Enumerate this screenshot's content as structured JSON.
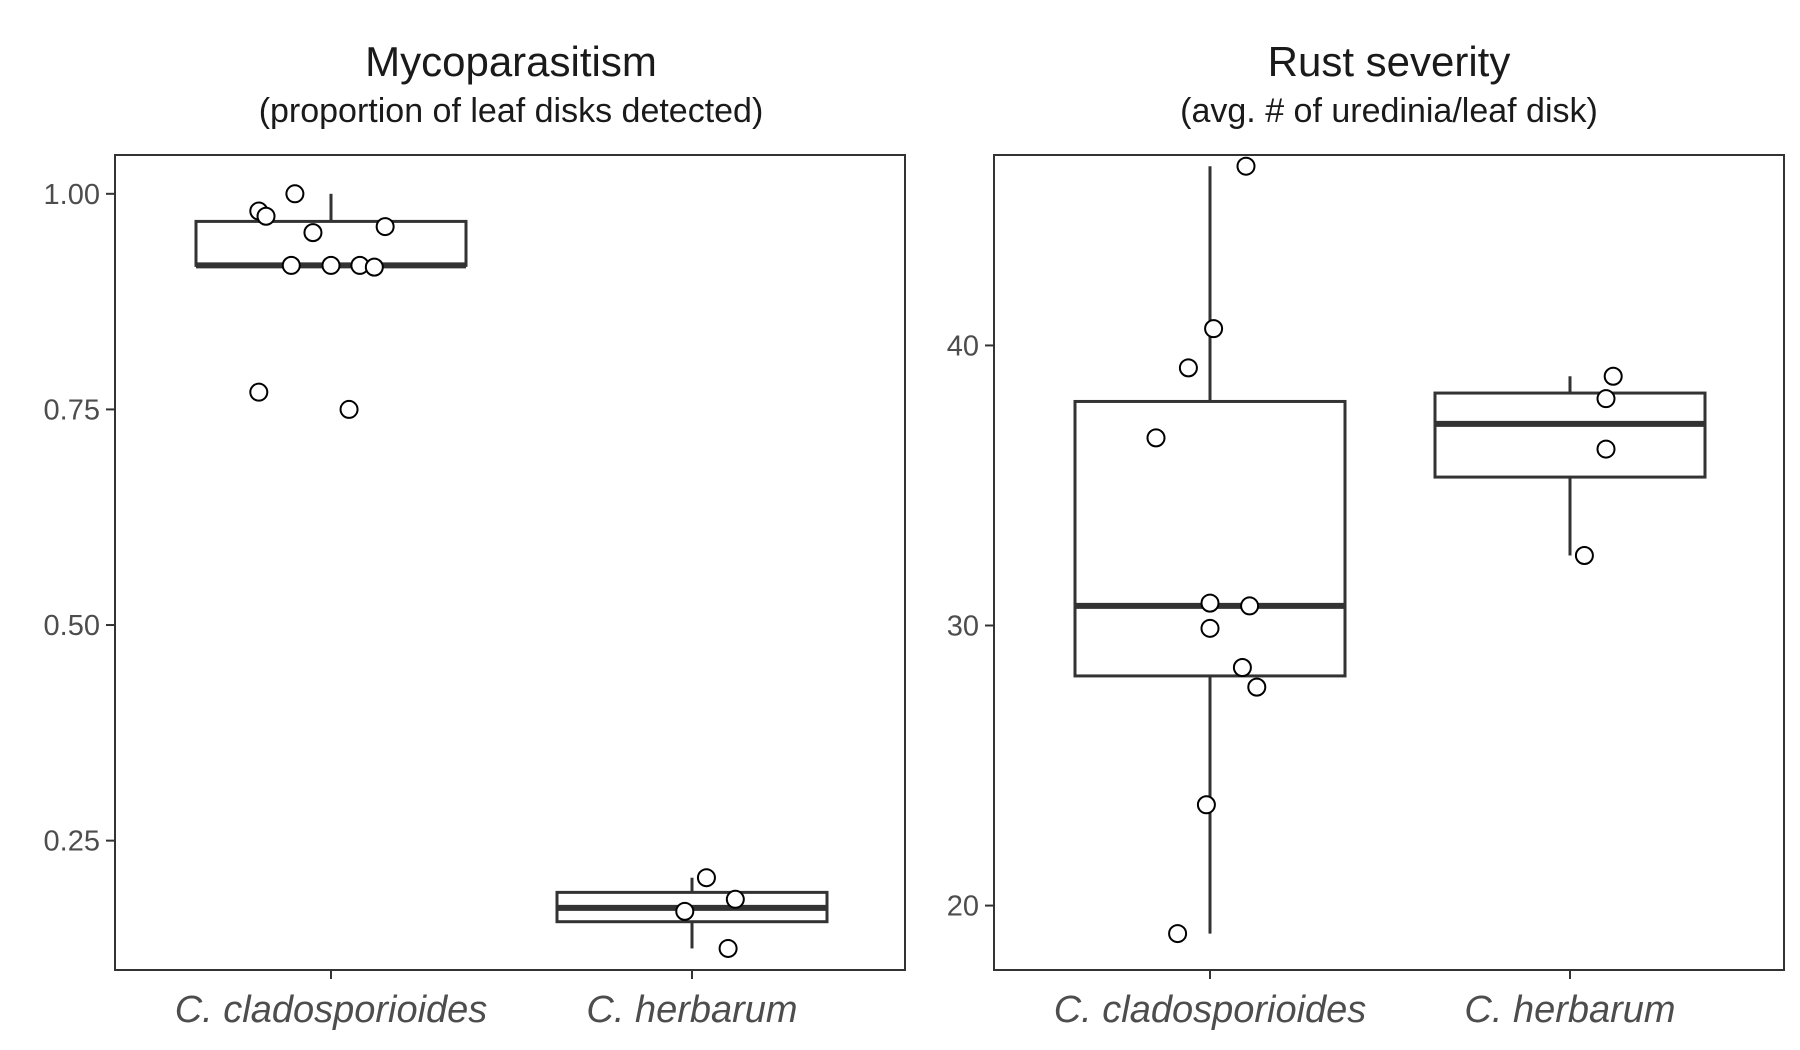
{
  "chart_data": [
    {
      "type": "box",
      "title": "Mycoparasitism",
      "subtitle": "(proportion of leaf disks detected)",
      "categories": [
        "C. cladosporioides",
        "C. herbarum"
      ],
      "ylim": [
        0.1,
        1.045
      ],
      "yticks": [
        0.25,
        0.5,
        0.75,
        1.0
      ],
      "ytick_labels": [
        "0.25",
        "0.50",
        "0.75",
        "1.00"
      ],
      "grid": false,
      "boxes": [
        {
          "category": "C. cladosporioides",
          "whisker_low": 0.917,
          "q1": 0.917,
          "median": 0.917,
          "q3": 0.968,
          "whisker_high": 1.0
        },
        {
          "category": "C. herbarum",
          "whisker_low": 0.125,
          "q1": 0.156,
          "median": 0.172,
          "q3": 0.19,
          "whisker_high": 0.207
        }
      ],
      "points": [
        {
          "category": "C. cladosporioides",
          "jitter": -0.2,
          "value": 0.98
        },
        {
          "category": "C. cladosporioides",
          "jitter": -0.18,
          "value": 0.974
        },
        {
          "category": "C. cladosporioides",
          "jitter": -0.1,
          "value": 1.0
        },
        {
          "category": "C. cladosporioides",
          "jitter": -0.05,
          "value": 0.955
        },
        {
          "category": "C. cladosporioides",
          "jitter": 0.15,
          "value": 0.962
        },
        {
          "category": "C. cladosporioides",
          "jitter": -0.11,
          "value": 0.917
        },
        {
          "category": "C. cladosporioides",
          "jitter": 0.0,
          "value": 0.917
        },
        {
          "category": "C. cladosporioides",
          "jitter": 0.08,
          "value": 0.917
        },
        {
          "category": "C. cladosporioides",
          "jitter": 0.12,
          "value": 0.915
        },
        {
          "category": "C. cladosporioides",
          "jitter": -0.2,
          "value": 0.77
        },
        {
          "category": "C. cladosporioides",
          "jitter": 0.05,
          "value": 0.75
        },
        {
          "category": "C. herbarum",
          "jitter": 0.04,
          "value": 0.207
        },
        {
          "category": "C. herbarum",
          "jitter": 0.12,
          "value": 0.182
        },
        {
          "category": "C. herbarum",
          "jitter": -0.02,
          "value": 0.168
        },
        {
          "category": "C. herbarum",
          "jitter": 0.1,
          "value": 0.125
        }
      ]
    },
    {
      "type": "box",
      "title": "Rust severity",
      "subtitle": "(avg. # of uredinia/leaf disk)",
      "categories": [
        "C. cladosporioides",
        "C. herbarum"
      ],
      "ylim": [
        17.7,
        46.8
      ],
      "yticks": [
        20,
        30,
        40
      ],
      "ytick_labels": [
        "20",
        "30",
        "40"
      ],
      "grid": false,
      "boxes": [
        {
          "category": "C. cladosporioides",
          "whisker_low": 19.0,
          "q1": 28.2,
          "median": 30.7,
          "q3": 38.0,
          "whisker_high": 46.4
        },
        {
          "category": "C. herbarum",
          "whisker_low": 32.5,
          "q1": 35.3,
          "median": 37.2,
          "q3": 38.3,
          "whisker_high": 38.9
        }
      ],
      "points": [
        {
          "category": "C. cladosporioides",
          "jitter": 0.1,
          "value": 46.4
        },
        {
          "category": "C. cladosporioides",
          "jitter": 0.01,
          "value": 40.6
        },
        {
          "category": "C. cladosporioides",
          "jitter": -0.06,
          "value": 39.2
        },
        {
          "category": "C. cladosporioides",
          "jitter": -0.15,
          "value": 36.7
        },
        {
          "category": "C. cladosporioides",
          "jitter": 0.0,
          "value": 30.8
        },
        {
          "category": "C. cladosporioides",
          "jitter": 0.11,
          "value": 30.7
        },
        {
          "category": "C. cladosporioides",
          "jitter": 0.0,
          "value": 29.9
        },
        {
          "category": "C. cladosporioides",
          "jitter": 0.09,
          "value": 28.5
        },
        {
          "category": "C. cladosporioides",
          "jitter": 0.13,
          "value": 27.8
        },
        {
          "category": "C. cladosporioides",
          "jitter": -0.01,
          "value": 23.6
        },
        {
          "category": "C. cladosporioides",
          "jitter": -0.09,
          "value": 19.0
        },
        {
          "category": "C. herbarum",
          "jitter": 0.12,
          "value": 38.9
        },
        {
          "category": "C. herbarum",
          "jitter": 0.1,
          "value": 38.1
        },
        {
          "category": "C. herbarum",
          "jitter": 0.1,
          "value": 36.3
        },
        {
          "category": "C. herbarum",
          "jitter": 0.04,
          "value": 32.5
        }
      ]
    }
  ],
  "colors": {
    "frame": "#333333",
    "box_line": "#333333",
    "point_fill": "#ffffff",
    "point_stroke": "#000000",
    "tick_text": "#4d4d4d",
    "title_text": "#1a1a1a"
  }
}
